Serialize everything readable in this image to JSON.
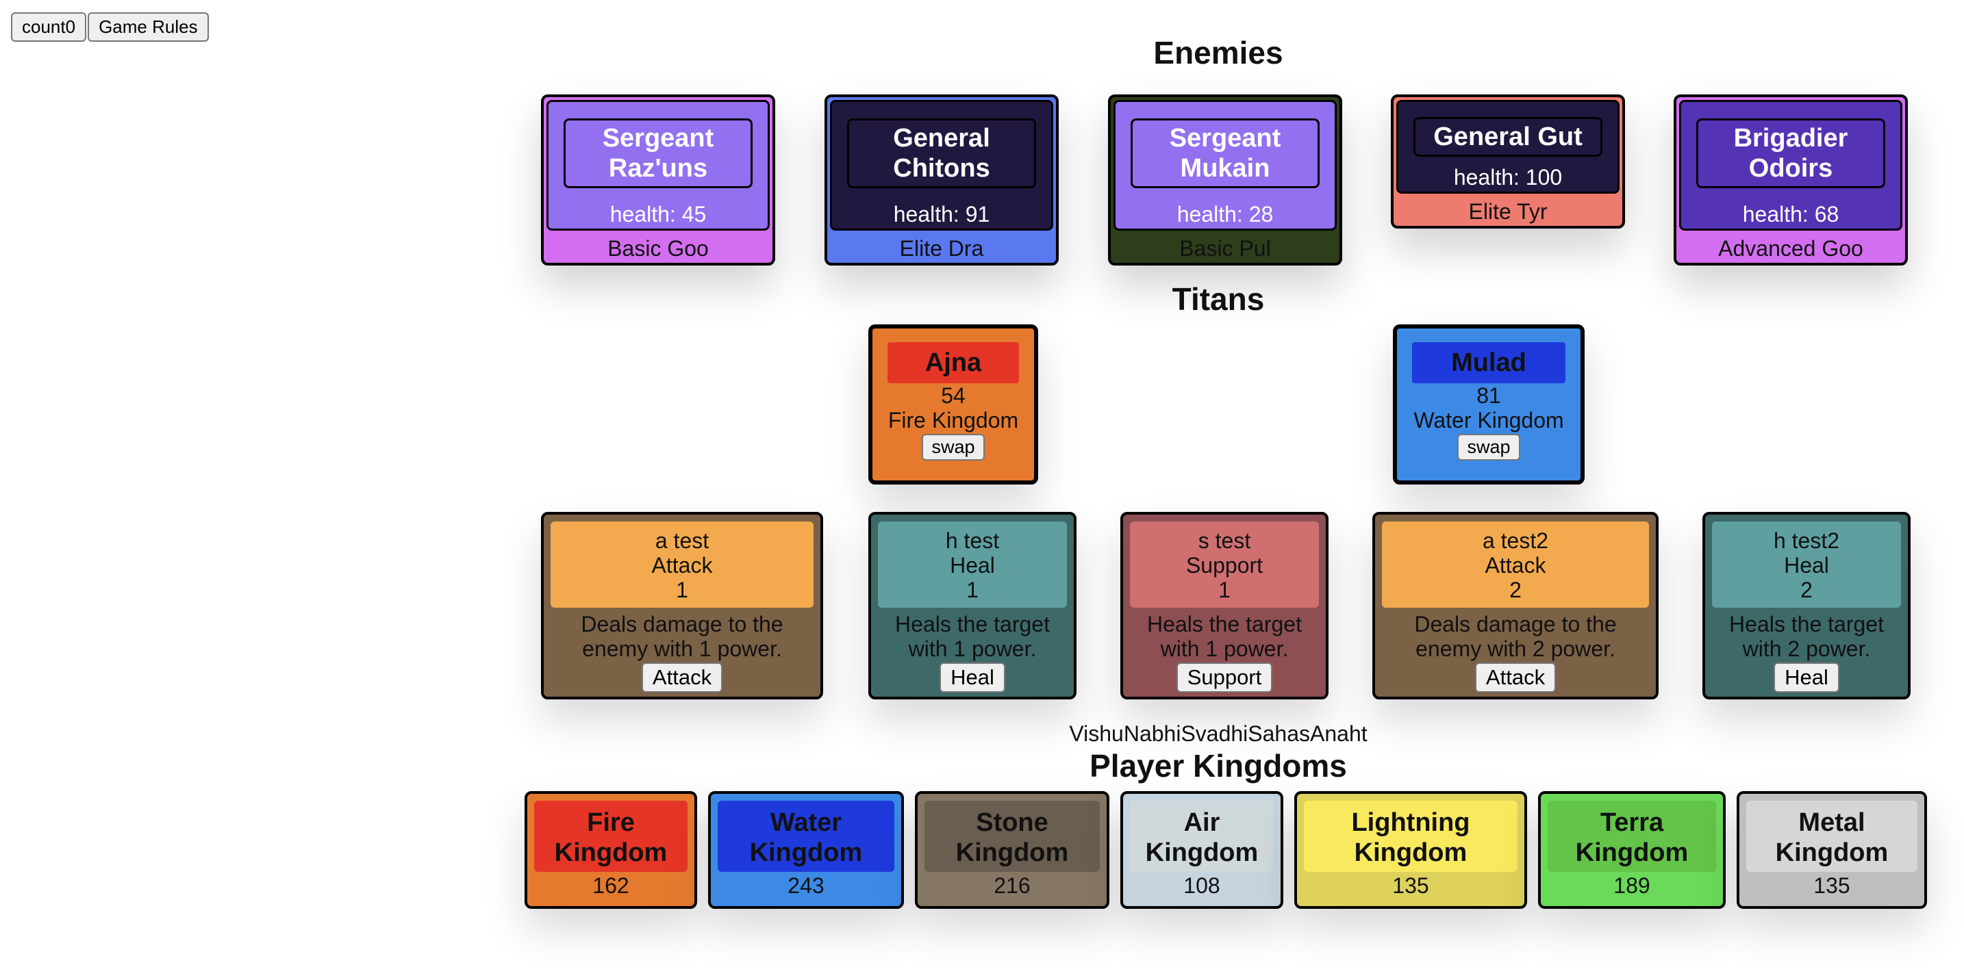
{
  "toolbar": {
    "count_label": "count0",
    "rules_label": "Game Rules"
  },
  "enemies_title": "Enemies",
  "enemies": [
    {
      "name": "Sergeant Raz'uns",
      "health": "health: 45",
      "type": "Basic Goo"
    },
    {
      "name": "General Chitons",
      "health": "health: 91",
      "type": "Elite Dra"
    },
    {
      "name": "Sergeant Mukain",
      "health": "health: 28",
      "type": "Basic Pul"
    },
    {
      "name": "General Gut",
      "health": "health: 100",
      "type": "Elite Tyr"
    },
    {
      "name": "Brigadier Odoirs",
      "health": "health: 68",
      "type": "Advanced Goo"
    }
  ],
  "titans_title": "Titans",
  "titans": [
    {
      "name": "Ajna",
      "value": "54",
      "kingdom": "Fire Kingdom",
      "swap": "swap"
    },
    {
      "name": "Mulad",
      "value": "81",
      "kingdom": "Water Kingdom",
      "swap": "swap"
    }
  ],
  "abilities": [
    {
      "name": "a test",
      "kind": "Attack",
      "level": "1",
      "desc": "Deals damage to the enemy with 1 power.",
      "action": "Attack"
    },
    {
      "name": "h test",
      "kind": "Heal",
      "level": "1",
      "desc": "Heals the target with 1 power.",
      "action": "Heal"
    },
    {
      "name": "s test",
      "kind": "Support",
      "level": "1",
      "desc": "Heals the target with 1 power.",
      "action": "Support"
    },
    {
      "name": "a test2",
      "kind": "Attack",
      "level": "2",
      "desc": "Deals damage to the enemy with 2 power.",
      "action": "Attack"
    },
    {
      "name": "h test2",
      "kind": "Heal",
      "level": "2",
      "desc": "Heals the target with 2 power.",
      "action": "Heal"
    }
  ],
  "chakras": "VishuNabhiSvadhiSahasAnaht",
  "kingdoms_title": "Player Kingdoms",
  "kingdoms": [
    {
      "name": "Fire Kingdom",
      "value": "162"
    },
    {
      "name": "Water Kingdom",
      "value": "243"
    },
    {
      "name": "Stone Kingdom",
      "value": "216"
    },
    {
      "name": "Air Kingdom",
      "value": "108"
    },
    {
      "name": "Lightning Kingdom",
      "value": "135"
    },
    {
      "name": "Terra Kingdom",
      "value": "189"
    },
    {
      "name": "Metal Kingdom",
      "value": "135"
    }
  ],
  "colors": {
    "purple": "#9370f0",
    "darkpurple": "#21183f",
    "violet": "#5533b5",
    "goo": "#d36ef0",
    "dra": "#5a78f0",
    "pul": "#2e3d1a",
    "tyr": "#ee7b70",
    "fire": "#e53527",
    "fire_bg": "#e57a2e",
    "water": "#1e3adc",
    "water_bg": "#3c8ae6",
    "attack": "#f3aa4e",
    "attack_bg": "#7b6146",
    "heal": "#5f9fa0",
    "heal_bg": "#3e6969",
    "support": "#cf6f70",
    "support_bg": "#8d4f52",
    "stone": "#6a5e51",
    "stone_bg": "#867764",
    "air": "#cfd9dc",
    "air_bg": "#c5d4df",
    "lightning": "#f8e95e",
    "lightning_bg": "#ded25c",
    "terra": "#63c449",
    "terra_bg": "#6bd95a",
    "metal": "#d6d6d6",
    "metal_bg": "#bfbfbf"
  }
}
